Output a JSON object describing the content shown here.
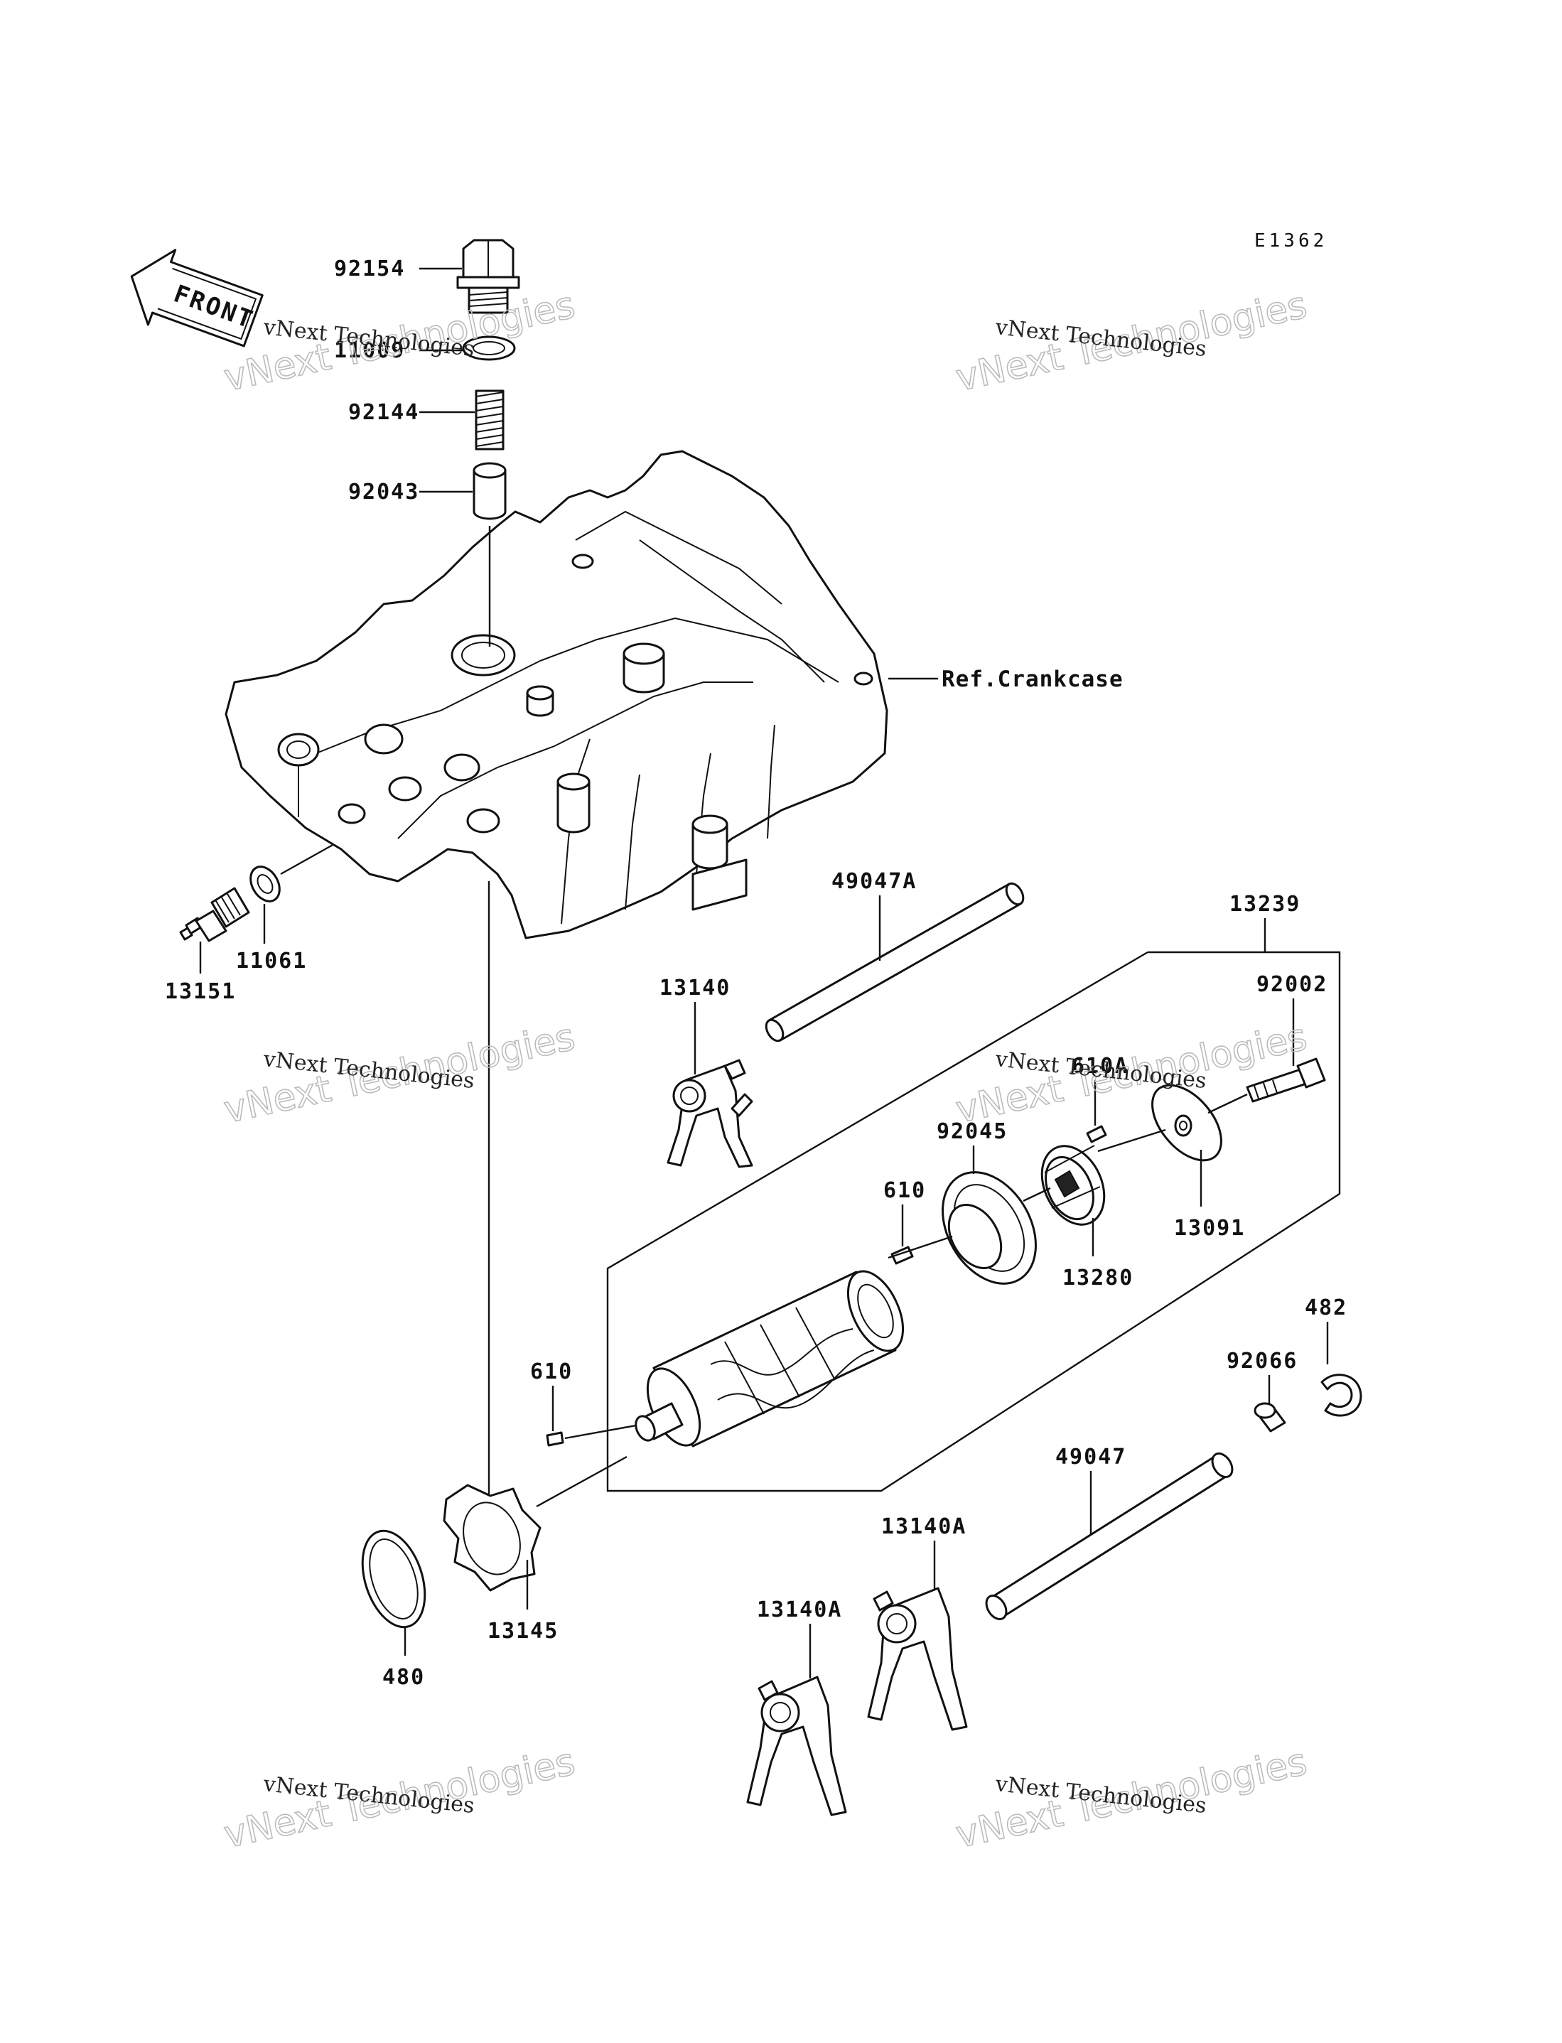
{
  "diagram_code": "E1362",
  "front_arrow_label": "FRONT",
  "reference_label": "Ref.Crankcase",
  "watermark": {
    "line1": "vNext Technologies",
    "line2": "vNext Technologies"
  },
  "part_labels": {
    "p92154": "92154",
    "p11009": "11009",
    "p92144": "92144",
    "p92043": "92043",
    "p11061": "11061",
    "p13151": "13151",
    "p49047A": "49047A",
    "p13239": "13239",
    "p13140": "13140",
    "p92002": "92002",
    "p610A": "610A",
    "p92045": "92045",
    "p610b": "610",
    "p13091": "13091",
    "p13280": "13280",
    "p482": "482",
    "p92066": "92066",
    "p610a": "610",
    "p49047": "49047",
    "p13140A_a": "13140A",
    "p13140A_b": "13140A",
    "p13145": "13145",
    "p480": "480"
  }
}
